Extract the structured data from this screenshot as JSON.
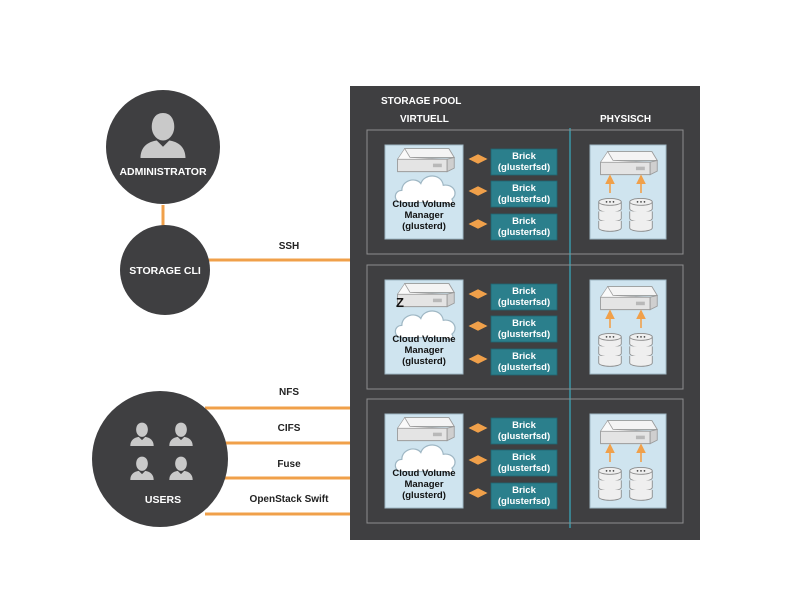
{
  "colors": {
    "dark": "#3f3f41",
    "accent": "#f0a04a",
    "brick": "#2b7f8c",
    "panel": "#cfe4ef",
    "pool_border": "#8e8e8e",
    "divider": "#3a97a8",
    "white": "#ffffff"
  },
  "nodes": {
    "administrator": "ADMINISTRATOR",
    "storage_cli": "STORAGE CLI",
    "users": "USERS"
  },
  "connections": {
    "ssh": "SSH",
    "nfs": "NFS",
    "cifs": "CIFS",
    "fuse": "Fuse",
    "openstack_swift": "OpenStack Swift"
  },
  "pool": {
    "title": "STORAGE POOL",
    "virtual_header": "VIRTUELL",
    "physical_header": "PHYSISCH",
    "manager_lines": [
      "Cloud Volume",
      "Manager",
      "(glusterd)"
    ],
    "brick_lines": [
      "Brick",
      "(glusterfsd)"
    ],
    "marker": "Z"
  },
  "icons": {
    "person": "person-icon",
    "server": "server-icon",
    "cloud": "cloud-icon",
    "disk_stack": "disk-stack-icon",
    "arrow": "bidirectional-arrow-icon"
  }
}
